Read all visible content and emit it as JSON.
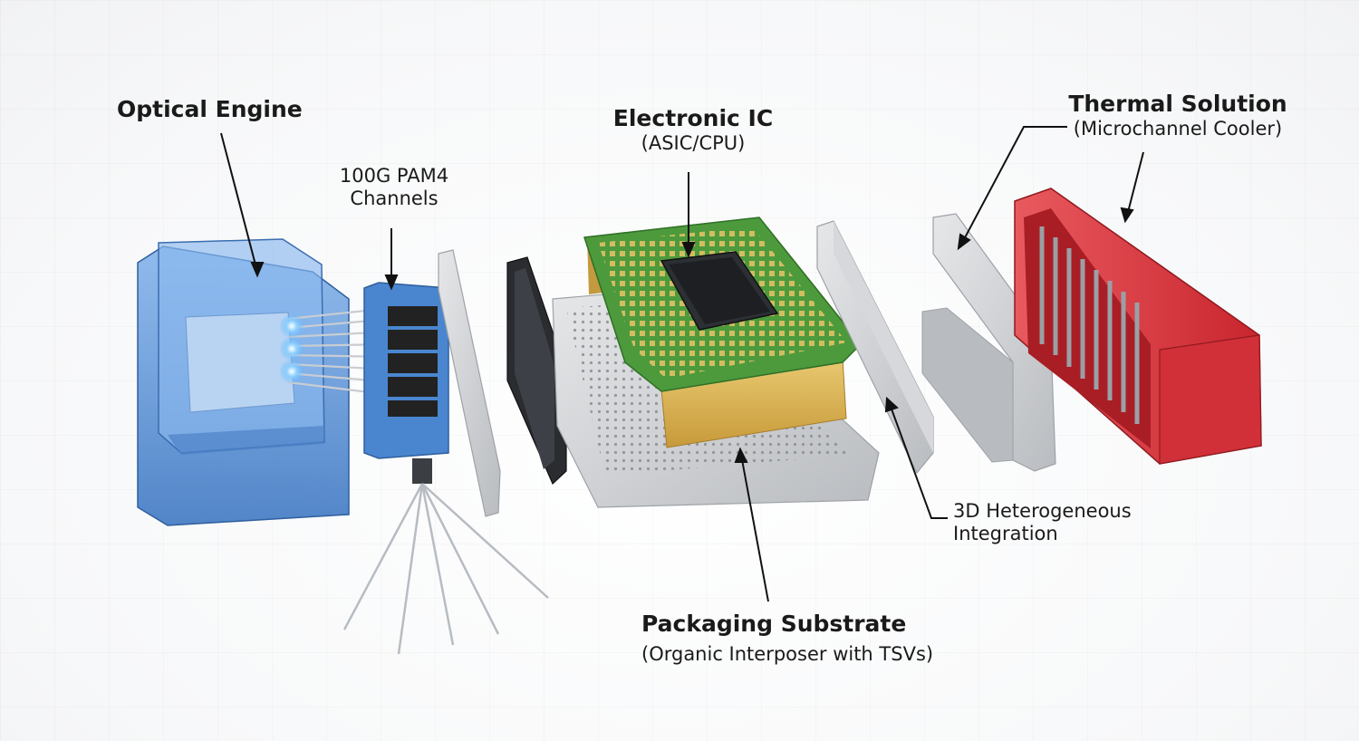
{
  "labels": {
    "optical_engine": {
      "title": "Optical Engine"
    },
    "pam4": {
      "line1": "100G PAM4",
      "line2": "Channels"
    },
    "electronic_ic": {
      "title": "Electronic IC",
      "subtitle": "(ASIC/CPU)"
    },
    "thermal": {
      "title": "Thermal Solution",
      "subtitle": "(Microchannel Cooler)"
    },
    "hetero": {
      "line1": "3D Heterogeneous",
      "line2": "Integration"
    },
    "substrate": {
      "title": "Packaging Substrate",
      "subtitle": "(Organic Interposer with TSVs)"
    }
  },
  "colors": {
    "optical_blue": "#5a8fd0",
    "pcb_green": "#4b9a3a",
    "gold": "#d9b45a",
    "cooler_red": "#d8343b",
    "metal_gray": "#c9cbce",
    "glow": "#5fb7ff"
  }
}
